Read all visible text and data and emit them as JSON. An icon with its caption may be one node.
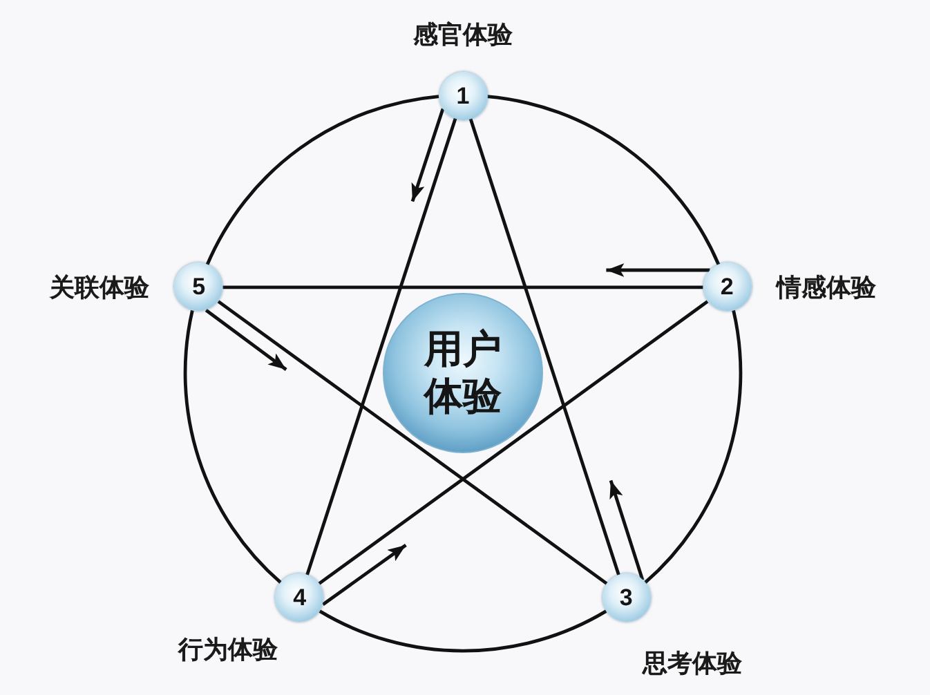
{
  "diagram": {
    "nodes": [
      {
        "text": [
          "1"
        ],
        "beside": [
          "感官体验"
        ]
      },
      {
        "text": [
          "2"
        ],
        "beside": [
          "情感体验"
        ]
      },
      {
        "text": [
          "3"
        ],
        "beside": [
          "思考体验"
        ]
      },
      {
        "text": [
          "4"
        ],
        "beside": [
          "行为体验"
        ]
      },
      {
        "text": [
          "5"
        ],
        "beside": [
          "关联体验"
        ]
      },
      {
        "text": [
          "用户体验"
        ]
      }
    ],
    "edges": [
      {
        "from": 0,
        "to": 2,
        "arrow": "none"
      },
      {
        "from": 0,
        "to": 3,
        "arrow": "none"
      },
      {
        "from": 1,
        "to": 4,
        "arrow": "none"
      },
      {
        "from": 1,
        "to": 3,
        "arrow": "none"
      },
      {
        "from": 4,
        "to": 2,
        "arrow": "none"
      },
      {
        "from": 0,
        "to": 1,
        "arrow": "none"
      },
      {
        "from": 1,
        "to": 2,
        "arrow": "none"
      },
      {
        "from": 2,
        "to": 3,
        "arrow": "none"
      },
      {
        "from": 3,
        "to": 4,
        "arrow": "none"
      },
      {
        "from": 4,
        "to": 0,
        "arrow": "none"
      },
      {
        "from": 0,
        "to": null,
        "arrow": "to"
      },
      {
        "from": 1,
        "to": null,
        "arrow": "to"
      },
      {
        "from": 2,
        "to": null,
        "arrow": "to"
      },
      {
        "from": 3,
        "to": null,
        "arrow": "to"
      },
      {
        "from": 4,
        "to": null,
        "arrow": "to"
      }
    ]
  }
}
